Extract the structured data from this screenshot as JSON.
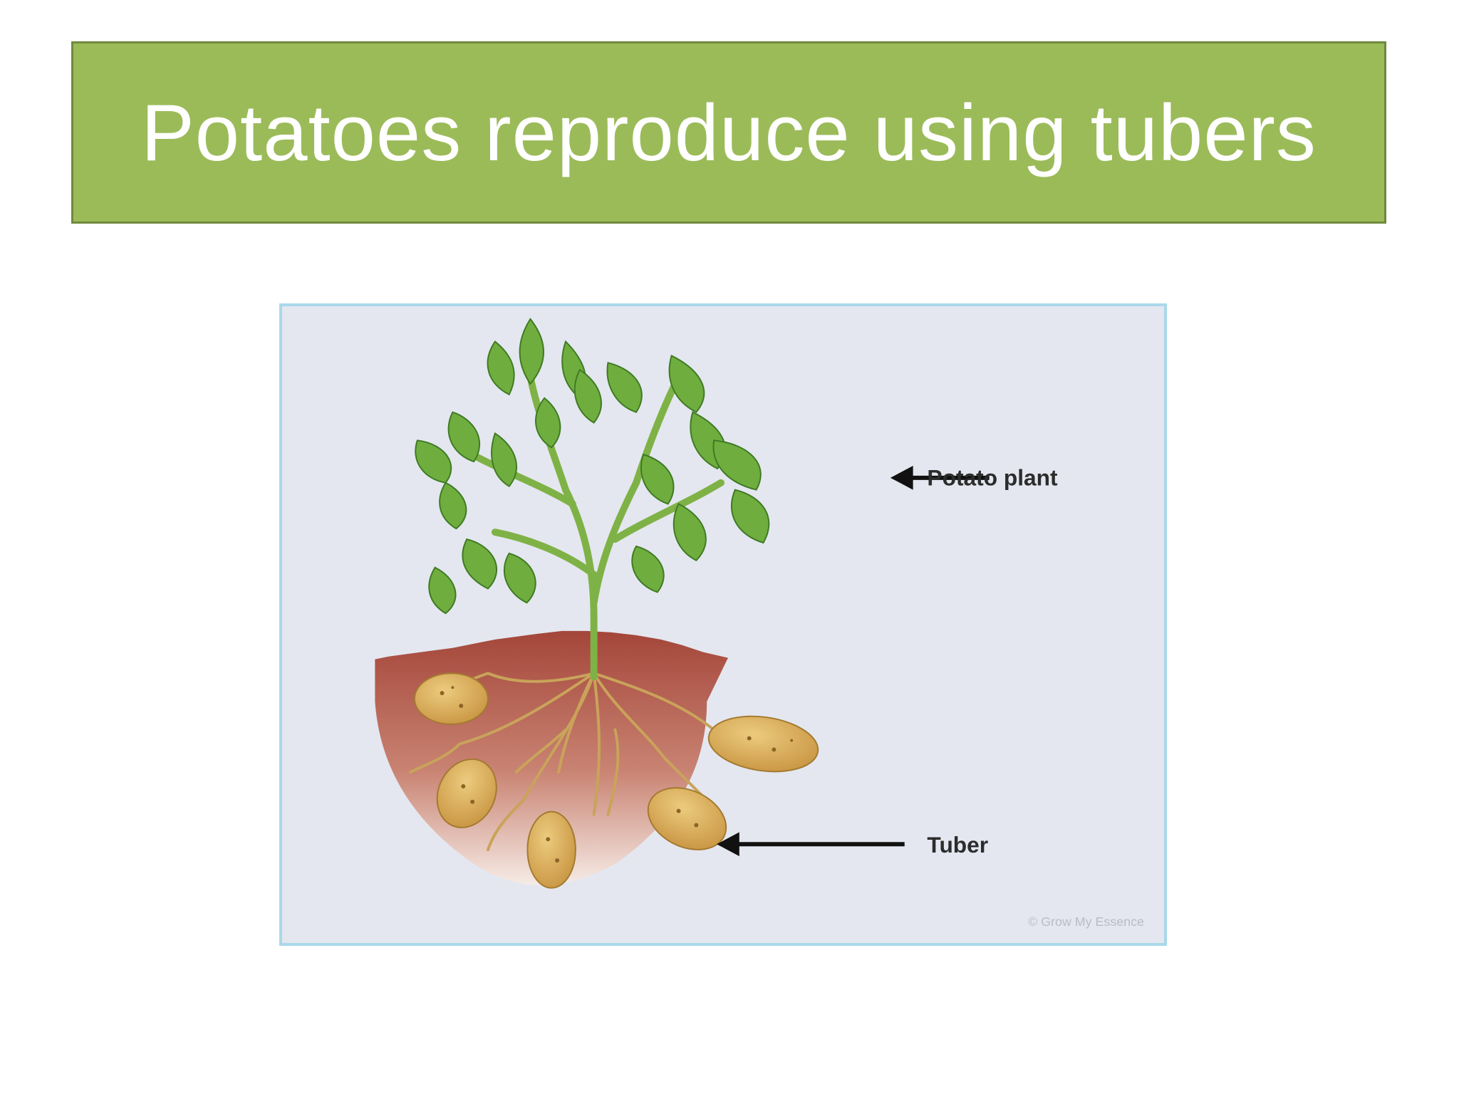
{
  "slide": {
    "title": "Potatoes reproduce using tubers",
    "banner_color": "#9bbb59",
    "banner_border_color": "#6f8a3c"
  },
  "diagram": {
    "labels": {
      "plant": "Potato plant",
      "tuber": "Tuber"
    },
    "watermark": "© Grow My Essence",
    "colors": {
      "background": "#e4e7ef",
      "frame": "#a9d8ea",
      "soil_top": "#a4463a",
      "soil_bottom": "#f6ebe6",
      "leaf": "#6fae3e",
      "leaf_vein": "#3f7a24",
      "stem": "#7fb246",
      "tuber": "#e0b560",
      "root": "#c9a35a"
    }
  }
}
